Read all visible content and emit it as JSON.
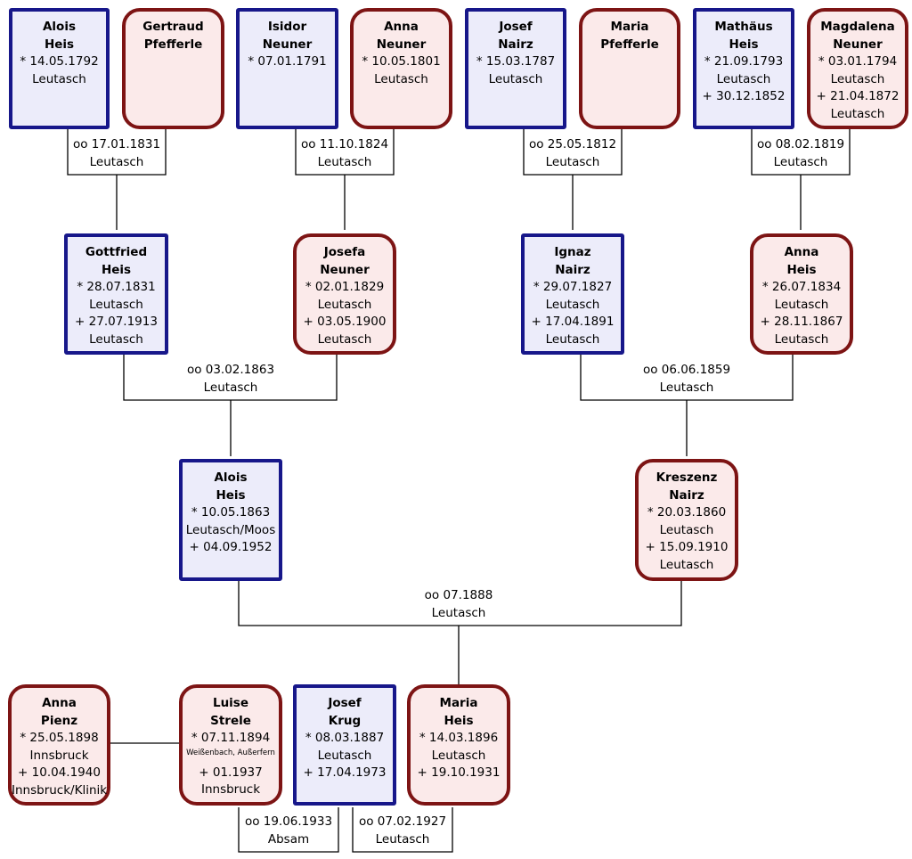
{
  "persons": {
    "alois_heis_gg": {
      "given": "Alois",
      "surname": "Heis",
      "lines": [
        "* 14.05.1792",
        "Leutasch"
      ]
    },
    "gertraud_pfefferle": {
      "given": "Gertraud",
      "surname": "Pfefferle",
      "lines": []
    },
    "isidor_neuner": {
      "given": "Isidor",
      "surname": "Neuner",
      "lines": [
        "* 07.01.1791"
      ]
    },
    "anna_neuner": {
      "given": "Anna",
      "surname": "Neuner",
      "lines": [
        "* 10.05.1801",
        "Leutasch"
      ]
    },
    "josef_nairz": {
      "given": "Josef",
      "surname": "Nairz",
      "lines": [
        "* 15.03.1787",
        "Leutasch"
      ]
    },
    "maria_pfefferle": {
      "given": "Maria",
      "surname": "Pfefferle",
      "lines": []
    },
    "mathaeus_heis": {
      "given": "Mathäus",
      "surname": "Heis",
      "lines": [
        "* 21.09.1793",
        "Leutasch",
        "+ 30.12.1852"
      ]
    },
    "magdalena_neuner": {
      "given": "Magdalena",
      "surname": "Neuner",
      "lines": [
        "* 03.01.1794",
        "Leutasch",
        "+ 21.04.1872",
        "Leutasch"
      ]
    },
    "gottfried_heis": {
      "given": "Gottfried",
      "surname": "Heis",
      "lines": [
        "* 28.07.1831",
        "Leutasch",
        "+ 27.07.1913",
        "Leutasch"
      ]
    },
    "josefa_neuner": {
      "given": "Josefa",
      "surname": "Neuner",
      "lines": [
        "* 02.01.1829",
        "Leutasch",
        "+ 03.05.1900",
        "Leutasch"
      ]
    },
    "ignaz_nairz": {
      "given": "Ignaz",
      "surname": "Nairz",
      "lines": [
        "* 29.07.1827",
        "Leutasch",
        "+ 17.04.1891",
        "Leutasch"
      ]
    },
    "anna_heis": {
      "given": "Anna",
      "surname": "Heis",
      "lines": [
        "* 26.07.1834",
        "Leutasch",
        "+ 28.11.1867",
        "Leutasch"
      ]
    },
    "alois_heis": {
      "given": "Alois",
      "surname": "Heis",
      "lines": [
        "* 10.05.1863",
        "Leutasch/Moos",
        "+ 04.09.1952"
      ]
    },
    "kreszenz_nairz": {
      "given": "Kreszenz",
      "surname": "Nairz",
      "lines": [
        "* 20.03.1860",
        "Leutasch",
        "+ 15.09.1910",
        "Leutasch"
      ]
    },
    "anna_pienz": {
      "given": "Anna",
      "surname": "Pienz",
      "lines": [
        "* 25.05.1898",
        "Innsbruck",
        "+ 10.04.1940",
        "Innsbruck/Klinik"
      ]
    },
    "luise_strele": {
      "given": "Luise",
      "surname": "Strele",
      "lines": [
        "* 07.11.1894"
      ],
      "small_line": "Weißenbach, Außerfern",
      "lines2": [
        "+ 01.1937",
        "Innsbruck"
      ]
    },
    "josef_krug": {
      "given": "Josef",
      "surname": "Krug",
      "lines": [
        "* 08.03.1887",
        "Leutasch",
        "+ 17.04.1973"
      ]
    },
    "maria_heis": {
      "given": "Maria",
      "surname": "Heis",
      "lines": [
        "* 14.03.1896",
        "Leutasch",
        "+ 19.10.1931"
      ]
    }
  },
  "marriages": {
    "m1831": {
      "date": "oo 17.01.1831",
      "place": "Leutasch"
    },
    "m1824": {
      "date": "oo 11.10.1824",
      "place": "Leutasch"
    },
    "m1812": {
      "date": "oo 25.05.1812",
      "place": "Leutasch"
    },
    "m1819": {
      "date": "oo 08.02.1819",
      "place": "Leutasch"
    },
    "m1863": {
      "date": "oo 03.02.1863",
      "place": "Leutasch"
    },
    "m1859": {
      "date": "oo 06.06.1859",
      "place": "Leutasch"
    },
    "m1888": {
      "date": "oo 07.1888",
      "place": "Leutasch"
    },
    "m1933": {
      "date": "oo 19.06.1933",
      "place": "Absam"
    },
    "m1927": {
      "date": "oo 07.02.1927",
      "place": "Leutasch"
    }
  },
  "colors": {
    "male_border": "#17178a",
    "male_fill": "#ececfa",
    "female_border": "#7d1414",
    "female_fill": "#fbeaea",
    "line": "#000000"
  }
}
